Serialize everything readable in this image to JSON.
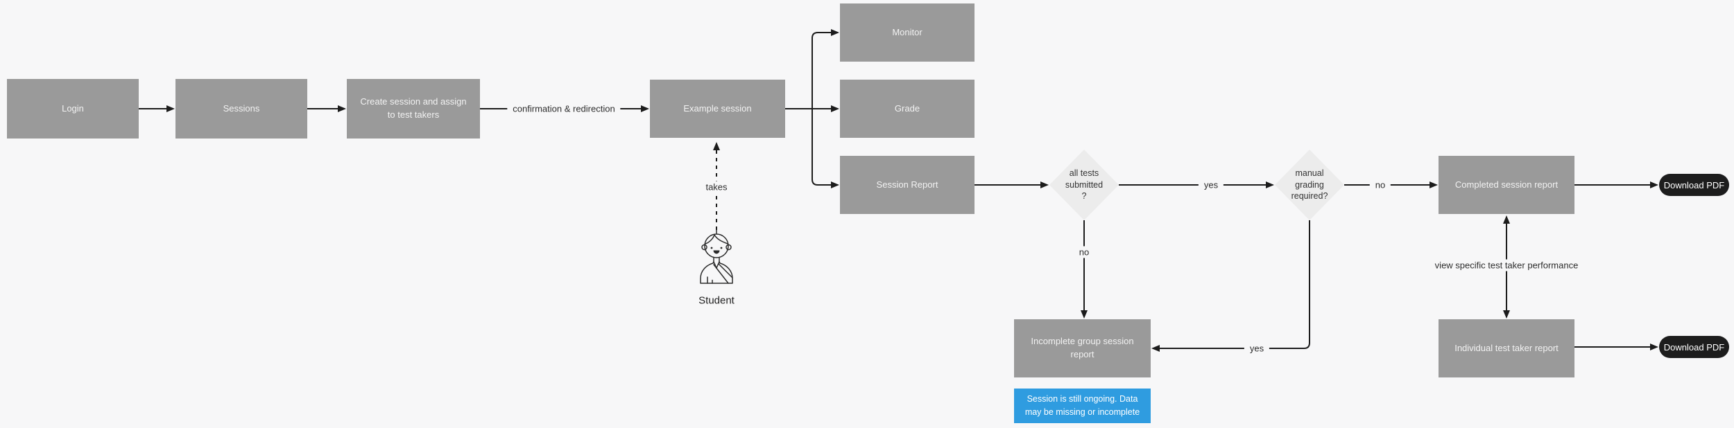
{
  "diagram": {
    "nodes": {
      "login": "Login",
      "sessions": "Sessions",
      "create_session": "Create session and assign to test takers",
      "example_session": "Example session",
      "monitor": "Monitor",
      "grade": "Grade",
      "session_report": "Session Report",
      "completed_session_report": "Completed session report",
      "incomplete_group_session_report": "Incomplete group session report",
      "individual_test_taker_report": "Individual test taker report"
    },
    "decisions": {
      "all_tests_submitted": "all tests\nsubmitted\n?",
      "manual_grading_required": "manual\ngrading\nrequired?"
    },
    "edge_labels": {
      "confirmation_redirection": "confirmation & redirection",
      "takes": "takes",
      "yes_submitted": "yes",
      "no_submitted": "no",
      "no_grading": "no",
      "yes_grading": "yes",
      "view_specific": "view specific test taker performance"
    },
    "buttons": {
      "download_pdf_completed": "Download PDF",
      "download_pdf_individual": "Download PDF"
    },
    "actor": {
      "label": "Student"
    },
    "note": {
      "text": "Session is still ongoing. Data may be missing or incomplete"
    },
    "colors": {
      "background": "#f7f7f8",
      "node_fill": "#9a9a9a",
      "node_text": "#f2f2f2",
      "decision_fill": "#ececec",
      "decision_text": "#333333",
      "connector": "#1c1c1c",
      "pill_fill": "#1d1d1d",
      "pill_text": "#ffffff",
      "note_fill": "#2f9ce0",
      "note_text": "#ffffff"
    }
  }
}
